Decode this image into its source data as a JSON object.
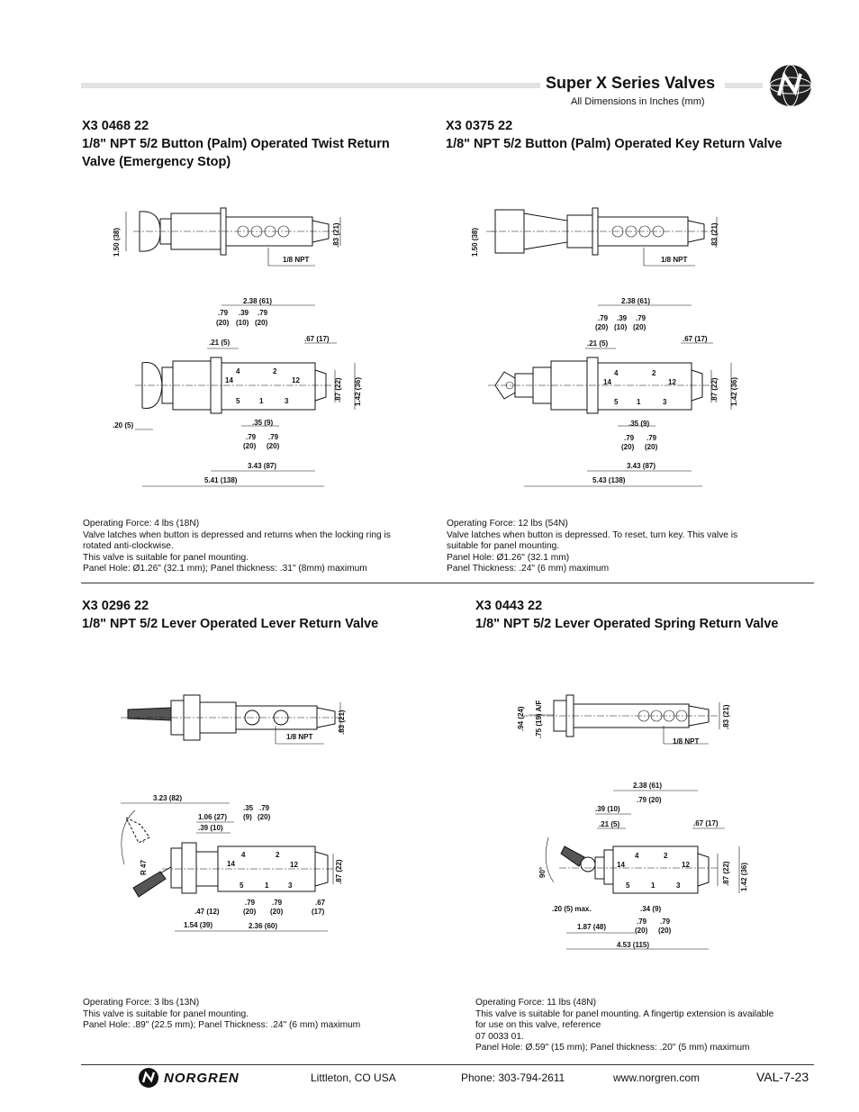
{
  "header": {
    "title": "Super X Series Valves",
    "subtitle": "All Dimensions in Inches (mm)",
    "logo_icon": "norgren-globe-icon"
  },
  "sections": [
    {
      "part": "X3 0468 22",
      "desc_lines": [
        "1/8\" NPT 5/2 Button (Palm) Operated Twist Return",
        "Valve (Emergency Stop)"
      ],
      "top_dims": {
        "height": "1.50 (38)",
        "side": ".83 (21)",
        "port": "1/8 NPT"
      },
      "dims": {
        "overall_top": "2.38 (61)",
        "d1": ".79",
        "d1mm": "(20)",
        "d2": ".39",
        "d2mm": "(10)",
        "d3": ".79",
        "d3mm": "(20)",
        "d4": ".21 (5)",
        "d5": ".67 (17)",
        "d6": ".87 (22)",
        "d7": "1.42 (36)",
        "d8": ".20 (5)",
        "d9": ".35 (9)",
        "d10": ".79",
        "d10mm": "(20)",
        "d11": ".79",
        "d11mm": "(20)",
        "d12": "3.43 (87)",
        "d13": "5.41 (138)",
        "p14": "14",
        "p4": "4",
        "p2": "2",
        "p12": "12",
        "p5": "5",
        "p1": "1",
        "p3": "3"
      },
      "notes": [
        "Operating Force: 4 lbs (18N)",
        "Valve latches when button is depressed and returns when the locking ring is",
        "rotated anti-clockwise.",
        "This valve is suitable for panel mounting.",
        "Panel Hole: Ø1.26\" (32.1 mm);  Panel thickness: .31\" (8mm) maximum"
      ]
    },
    {
      "part": "X3 0375 22",
      "desc_lines": [
        "1/8\" NPT 5/2 Button (Palm) Operated Key Return Valve"
      ],
      "top_dims": {
        "height": "1.50 (38)",
        "side": ".83 (21)",
        "port": "1/8 NPT"
      },
      "dims": {
        "overall_top": "2.38 (61)",
        "d1": ".79",
        "d1mm": "(20)",
        "d2": ".39",
        "d2mm": "(10)",
        "d3": ".79",
        "d3mm": "(20)",
        "d4": ".21 (5)",
        "d5": ".67 (17)",
        "d6": ".87 (22)",
        "d7": "1.42 (36)",
        "d9": ".35 (9)",
        "d10": ".79",
        "d10mm": "(20)",
        "d11": ".79",
        "d11mm": "(20)",
        "d12": "3.43 (87)",
        "d13": "5.43 (138)",
        "p14": "14",
        "p4": "4",
        "p2": "2",
        "p12": "12",
        "p5": "5",
        "p1": "1",
        "p3": "3"
      },
      "notes": [
        "Operating Force: 12 lbs (54N)",
        "Valve latches when button is depressed.  To reset, turn key.  This valve is",
        "suitable for panel mounting.",
        "Panel Hole: Ø1.26\" (32.1 mm)",
        "Panel Thickness: .24\" (6 mm) maximum"
      ]
    },
    {
      "part": "X3 0296 22",
      "desc_lines": [
        "1/8\" NPT 5/2 Lever Operated Lever Return Valve"
      ],
      "top_dims": {
        "side": ".83 (21)",
        "port": "1/8 NPT"
      },
      "dims": {
        "a": "3.23 (82)",
        "b": ".35",
        "bmm": "(9)",
        "c": ".79",
        "cmm": "(20)",
        "d": "1.06 (27)",
        "e": ".39 (10)",
        "r": "R 47",
        "f": ".87 (22)",
        "g": ".47 (12)",
        "h": ".79",
        "hmm": "(20)",
        "i": ".79",
        "imm": "(20)",
        "j": ".67",
        "jmm": "(17)",
        "k": "1.54 (39)",
        "l": "2.36 (60)",
        "p14": "14",
        "p4": "4",
        "p2": "2",
        "p12": "12",
        "p5": "5",
        "p1": "1",
        "p3": "3"
      },
      "notes": [
        "Operating Force: 3 lbs (13N)",
        "This valve is suitable for panel mounting.",
        "Panel Hole: .89\" (22.5 mm); Panel Thickness: .24\" (6 mm) maximum"
      ]
    },
    {
      "part": "X3 0443 22",
      "desc_lines": [
        "1/8\" NPT 5/2 Lever Operated Spring Return Valve"
      ],
      "top_dims": {
        "a": ".94 (24)",
        "b": ".75 (19) A/F",
        "side": ".83 (21)",
        "port": "1/8 NPT"
      },
      "dims": {
        "a": "2.38 (61)",
        "b": ".79 (20)",
        "c": ".39 (10)",
        "d": ".21 (5)",
        "e": ".67 (17)",
        "ang": "90°",
        "f": ".87 (22)",
        "g": "1.42 (36)",
        "h": ".20 (5) max.",
        "i": ".34 (9)",
        "j": "1.87 (48)",
        "k": ".79",
        "kmm": "(20)",
        "l": ".79",
        "lmm": "(20)",
        "m": "4.53 (115)",
        "p14": "14",
        "p4": "4",
        "p2": "2",
        "p12": "12",
        "p5": "5",
        "p1": "1",
        "p3": "3"
      },
      "notes": [
        "Operating Force: 11 lbs (48N)",
        "This valve is suitable for panel mounting.  A fingertip extension is available",
        "for use on this valve, reference",
        "07 0033 01.",
        "Panel Hole: Ø.59\" (15 mm);  Panel thickness: .20\" (5 mm) maximum"
      ]
    }
  ],
  "footer": {
    "brand": "NORGREN",
    "location": "Littleton,  CO  USA",
    "phone": "Phone: 303-794-2611",
    "web": "www.norgren.com",
    "page": "VAL-7-23"
  }
}
